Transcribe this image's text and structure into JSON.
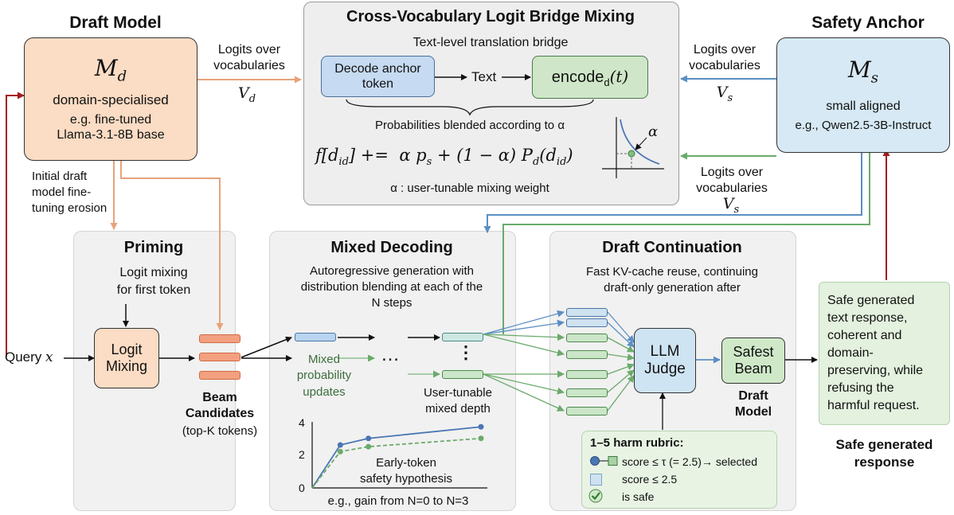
{
  "draft_model": {
    "title": "Draft Model",
    "symbol": "M",
    "symbol_sub": "d",
    "line1": "domain-specialised",
    "line2": "e.g. fine-tuned",
    "line3": "Llama-3.1-8B base"
  },
  "left_logits": {
    "line1": "Logits over",
    "line2": "vocabularies",
    "var": "V",
    "var_sub": "d"
  },
  "bridge": {
    "title": "Cross-Vocabulary Logit Bridge Mixing",
    "subtitle": "Text-level translation bridge",
    "decode_line1": "Decode anchor",
    "decode_line2": "token",
    "text_label": "Text",
    "encode_label": "encode",
    "encode_sub": "d",
    "encode_arg": "(t)",
    "blend_note": "Probabilities blended according to α",
    "formula": "f[d",
    "formula_sub": "id",
    "formula_rest": "] +=  α p",
    "formula_ps_sub": "s",
    "formula_tail": " + (1 − α) P",
    "formula_pd_sub": "d",
    "formula_end": "(d",
    "formula_end_sub": "id",
    "formula_close": ")",
    "alpha_symbol": "α",
    "alpha_note": "α : user-tunable mixing weight"
  },
  "safety_anchor": {
    "title": "Safety Anchor",
    "symbol": "M",
    "symbol_sub": "s",
    "line1": "small aligned",
    "line2": "e.g., Qwen2.5-3B-Instruct"
  },
  "right_logits_top": {
    "line1": "Logits over",
    "line2": "vocabularies",
    "var": "V",
    "var_sub": "s"
  },
  "right_logits_bottom": {
    "line1": "Logits over",
    "line2": "vocabularies",
    "var": "V",
    "var_sub": "s"
  },
  "erosion_note": {
    "line1": "Initial draft",
    "line2": "model fine-",
    "line3": "tuning erosion"
  },
  "query": {
    "label": "Query",
    "var": "x"
  },
  "priming": {
    "title": "Priming",
    "desc1": "Logit mixing",
    "desc2": "for first token",
    "box_line1": "Logit",
    "box_line2": "Mixing"
  },
  "beam": {
    "line1": "Beam",
    "line2": "Candidates",
    "line3": "(top-K tokens)"
  },
  "mixed_decoding": {
    "title": "Mixed Decoding",
    "desc1": "Autoregressive generation with",
    "desc2": "distribution blending at each of the",
    "desc3": "N steps",
    "mixed_line1": "Mixed",
    "mixed_line2": "probability",
    "mixed_line3": "updates",
    "ellipsis": "…",
    "vdots": "⋮",
    "depth_line1": "User-tunable",
    "depth_line2": "mixed depth"
  },
  "chart_data": {
    "type": "line",
    "title": "",
    "annotation_line1": "Early-token",
    "annotation_line2": "safety hypothesis",
    "caption": "e.g., gain from N=0 to N=3",
    "ylim": [
      0,
      4
    ],
    "yticks": [
      "0",
      "2",
      "4"
    ],
    "series": [
      {
        "style": "solid",
        "color": "#4a76b4",
        "points": [
          [
            0,
            0
          ],
          [
            1,
            2.6
          ],
          [
            2,
            3.0
          ],
          [
            6,
            3.7
          ]
        ]
      },
      {
        "style": "dashed",
        "color": "#6aaa6a",
        "points": [
          [
            0,
            0
          ],
          [
            1,
            2.2
          ],
          [
            2,
            2.5
          ],
          [
            6,
            3.0
          ]
        ]
      }
    ]
  },
  "draft_continuation": {
    "title": "Draft Continuation",
    "desc1": "Fast KV-cache reuse, continuing",
    "desc2": "draft-only generation after",
    "judge_line1": "LLM",
    "judge_line2": "Judge",
    "safest_line1": "Safest",
    "safest_line2": "Beam",
    "draft_model_line1": "Draft",
    "draft_model_line2": "Model"
  },
  "rubric": {
    "title": "1–5 harm rubric:",
    "row1": "score ≤ τ (= 2.5)→ selected",
    "row2": "score ≤ 2.5",
    "row3": "is safe"
  },
  "output": {
    "lines": [
      "Safe generated",
      "text response,",
      "coherent and",
      "domain-",
      "preserving, while",
      "refusing the",
      "harmful request."
    ],
    "caption_line1": "Safe generated",
    "caption_line2": "response"
  },
  "colors": {
    "draft_fill": "#fbdcc4",
    "anchor_fill": "#d6e9f4",
    "decode_fill": "#c6daf1",
    "encode_fill": "#cfe7c8",
    "judge_fill": "#cfe4f3",
    "safest_fill": "#cfe9c8",
    "output_fill": "#e3f1de",
    "arrow_orange": "#e8a27a",
    "arrow_blue": "#5b8fc4",
    "arrow_green": "#6aaa6a",
    "arrow_red": "#a31d1d"
  }
}
